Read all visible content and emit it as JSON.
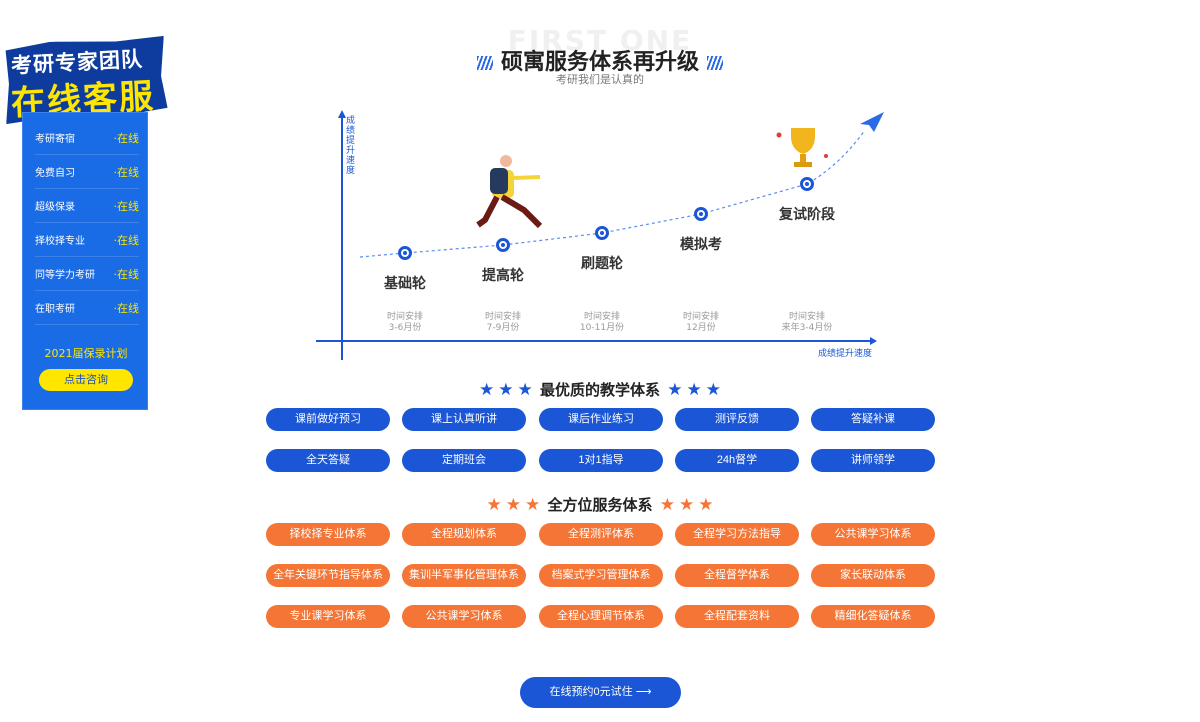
{
  "sidebar": {
    "badge_line1": "考研专家团队",
    "badge_line2": "在线客服",
    "items": [
      {
        "label": "考研寄宿",
        "status": "·在线"
      },
      {
        "label": "免费自习",
        "status": "·在线"
      },
      {
        "label": "超级保录",
        "status": "·在线"
      },
      {
        "label": "择校择专业",
        "status": "·在线"
      },
      {
        "label": "同等学力考研",
        "status": "·在线"
      },
      {
        "label": "在职考研",
        "status": "·在线"
      }
    ],
    "plan": "2021届保录计划",
    "consult_button": "点击咨询"
  },
  "header": {
    "ghost": "FIRST ONE",
    "title": "硕寓服务体系再升级",
    "subtitle": "考研我们是认真的"
  },
  "roadmap": {
    "y_axis_label": "成绩提升速度",
    "x_axis_label": "成绩提升速度",
    "milestones": [
      {
        "name": "基础轮",
        "time_label": "时间安排",
        "period": "3-6月份"
      },
      {
        "name": "提高轮",
        "time_label": "时间安排",
        "period": "7-9月份"
      },
      {
        "name": "刷题轮",
        "time_label": "时间安排",
        "period": "10-11月份"
      },
      {
        "name": "模拟考",
        "time_label": "时间安排",
        "period": "12月份"
      },
      {
        "name": "复试阶段",
        "time_label": "时间安排",
        "period": "来年3-4月份"
      }
    ]
  },
  "teaching": {
    "title": "最优质的教学体系",
    "star": "★",
    "items": [
      "课前做好预习",
      "课上认真听讲",
      "课后作业练习",
      "测评反馈",
      "答疑补课",
      "全天答疑",
      "定期班会",
      "1对1指导",
      "24h督学",
      "讲师领学"
    ]
  },
  "service": {
    "title": "全方位服务体系",
    "star": "★",
    "items": [
      "择校择专业体系",
      "全程规划体系",
      "全程测评体系",
      "全程学习方法指导",
      "公共课学习体系",
      "全年关键环节指导体系",
      "集训半军事化管理体系",
      "档案式学习管理体系",
      "全程督学体系",
      "家长联动体系",
      "专业课学习体系",
      "公共课学习体系",
      "全程心理调节体系",
      "全程配套资料",
      "精细化答疑体系"
    ]
  },
  "cta": {
    "label": "在线预约0元试住 ⟶"
  },
  "colors": {
    "blue": "#1a56d6",
    "orange": "#f47535",
    "yellow": "#ffe600",
    "sidebar": "#1a6be6"
  }
}
